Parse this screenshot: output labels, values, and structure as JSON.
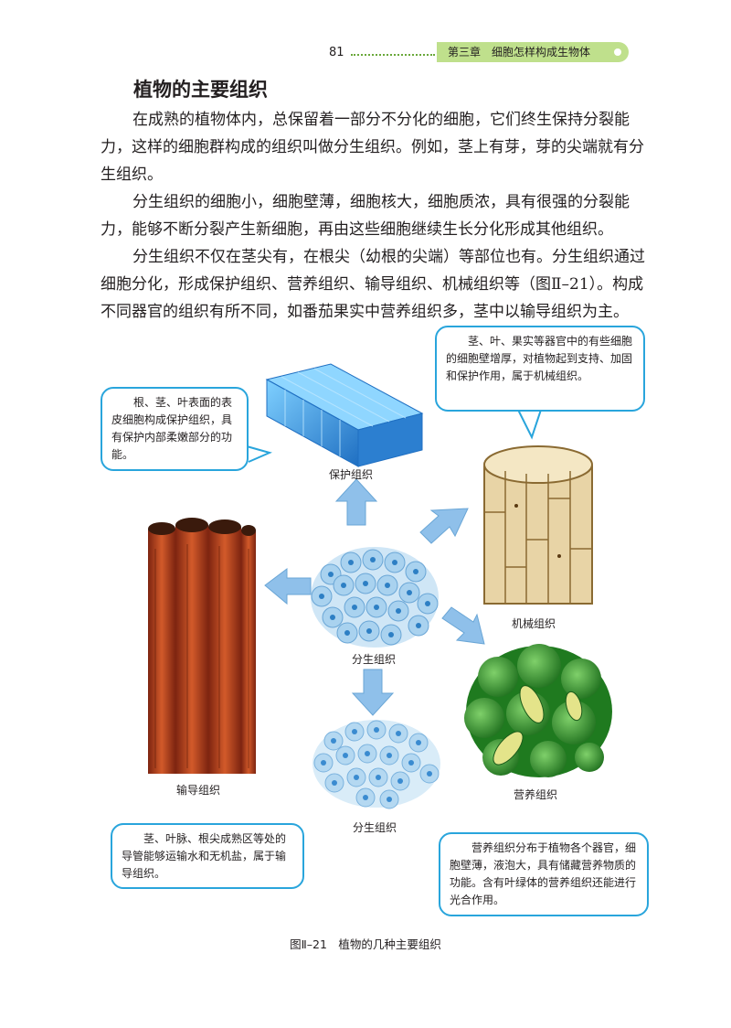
{
  "header": {
    "page_number": "81",
    "chapter": "第三章　细胞怎样构成生物体"
  },
  "section_title": "植物的主要组织",
  "paragraphs": [
    "在成熟的植物体内，总保留着一部分不分化的细胞，它们终生保持分裂能力，这样的细胞群构成的组织叫做分生组织。例如，茎上有芽，芽的尖端就有分生组织。",
    "分生组织的细胞小，细胞壁薄，细胞核大，细胞质浓，具有很强的分裂能力，能够不断分裂产生新细胞，再由这些细胞继续生长分化形成其他组织。",
    "分生组织不仅在茎尖有，在根尖（幼根的尖端）等部位也有。分生组织通过细胞分化，形成保护组织、营养组织、输导组织、机械组织等（图Ⅱ–21）。构成不同器官的组织有所不同，如番茄果实中营养组织多，茎中以输导组织为主。"
  ],
  "figure": {
    "labels": {
      "protective": "保护组织",
      "mechanical": "机械组织",
      "meristem_center": "分生组织",
      "meristem_bottom": "分生组织",
      "conducting": "输导组织",
      "nutritive": "营养组织"
    },
    "callouts": {
      "protective": "根、茎、叶表面的表皮细胞构成保护组织，具有保护内部柔嫩部分的功能。",
      "mechanical": "茎、叶、果实等器官中的有些细胞的细胞壁增厚，对植物起到支持、加固和保护作用，属于机械组织。",
      "conducting": "茎、叶脉、根尖成熟区等处的导管能够运输水和无机盐，属于输导组织。",
      "nutritive": "营养组织分布于植物各个器官，细胞壁薄，液泡大，具有储藏营养物质的功能。含有叶绿体的营养组织还能进行光合作用。"
    },
    "caption": "图Ⅱ–21　植物的几种主要组织",
    "colors": {
      "callout_border": "#29a5dc",
      "protective": "#2f8fd8",
      "mechanical": "#e8d4a6",
      "conducting": "#b8431f",
      "nutritive": "#2f8f2a",
      "meristem": "#a9d2ef",
      "arrow": "#8fc0ea"
    }
  }
}
